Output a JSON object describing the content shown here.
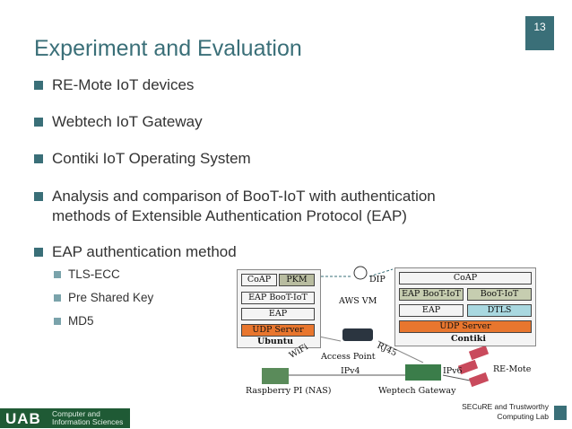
{
  "slide": {
    "title": "Experiment and Evaluation",
    "page_number": "13"
  },
  "bullets": [
    "RE-Mote IoT devices",
    "Webtech IoT Gateway",
    "Contiki IoT Operating System",
    "Analysis and comparison of BooT-IoT with authentication methods of Extensible Authentication Protocol (EAP)",
    "EAP authentication method"
  ],
  "sub_bullets": [
    "TLS-ECC",
    "Pre Shared Key",
    "MD5"
  ],
  "diagram": {
    "left_stack": {
      "coap": "CoAP",
      "pkm": "PKM",
      "eap_boot": "EAP BooT-IoT",
      "eap": "EAP",
      "udp": "UDP Server",
      "os": "Ubuntu"
    },
    "right_stack": {
      "coap": "CoAP",
      "eap_boot": "EAP BooT-IoT",
      "boot": "BooT-IoT",
      "eap": "EAP",
      "dtls": "DTLS",
      "udp": "UDP Server",
      "os": "Contiki"
    },
    "labels": {
      "dip": "DIP",
      "aws": "AWS VM",
      "wifi": "WiFi",
      "access_point": "Access Point",
      "rj45": "RJ45",
      "ipv4": "IPv4",
      "ipv6": "IPv6",
      "remote": "RE-Mote",
      "rpi": "Raspberry PI (NAS)",
      "gateway": "Weptech Gateway"
    }
  },
  "footer": {
    "logo_text": "UAB",
    "dept_line1": "Computer and",
    "dept_line2": "Information Sciences",
    "lab_line1": "SECuRE and Trustworthy",
    "lab_line2": "Computing Lab"
  },
  "colors": {
    "accent": "#3a6f78",
    "pkm": "#b8bca0",
    "udp": "#e8762e",
    "dtls": "#a9d8e0",
    "eap_boot": "#c6cdb0",
    "uab_green": "#1f5a35"
  }
}
